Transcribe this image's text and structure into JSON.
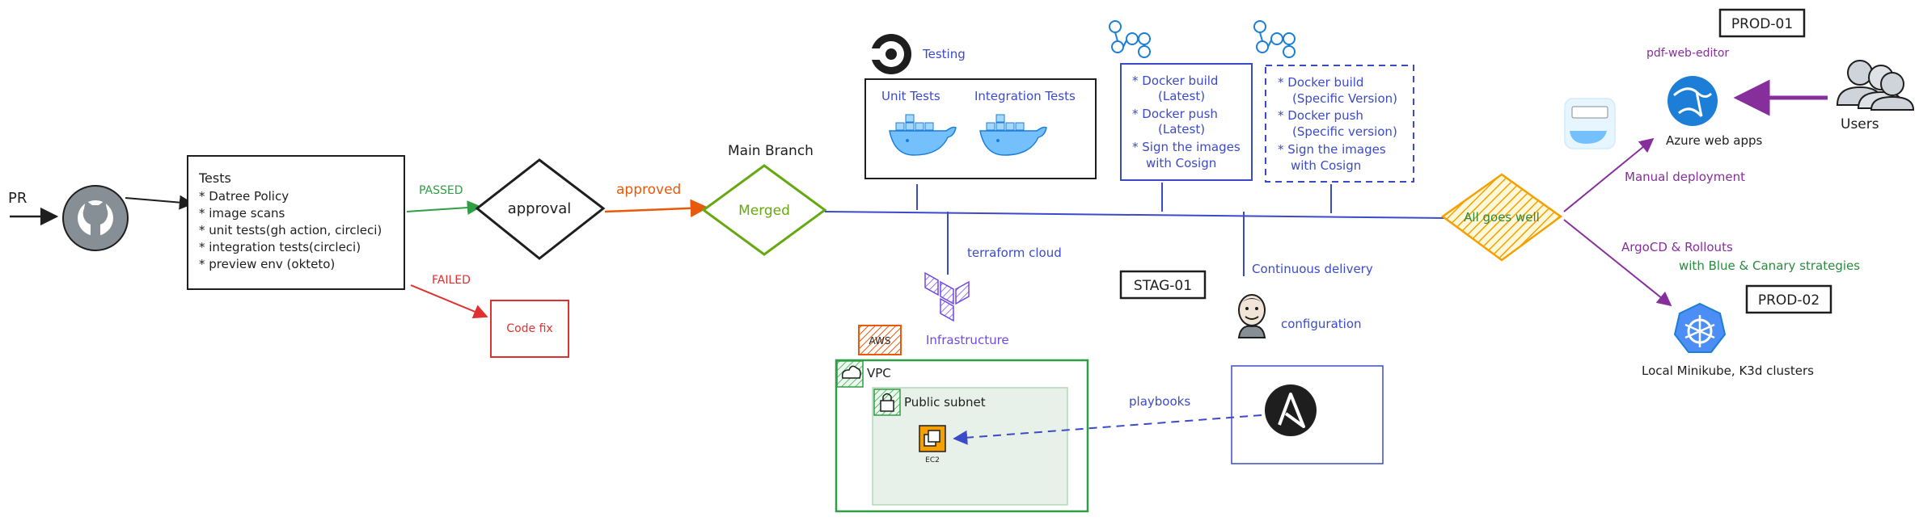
{
  "pr": {
    "label": "PR"
  },
  "tests": {
    "title": "Tests",
    "items": [
      "* Datree Policy",
      "* image scans",
      "* unit tests(gh action, circleci)",
      "* integration tests(circleci)",
      "* preview env (okteto)"
    ]
  },
  "edges": {
    "passed": "PASSED",
    "failed": "FAILED",
    "approved": "approved",
    "terraform_cloud": "terraform cloud",
    "continuous_delivery": "Continuous delivery",
    "playbooks": "playbooks",
    "manual_deployment": "Manual deployment",
    "argocd": "ArgoCD & Rollouts",
    "strategies": "with Blue & Canary strategies"
  },
  "code_fix": "Code fix",
  "approval": "approval",
  "main_branch": "Main Branch",
  "merged": "Merged",
  "testing": {
    "label": "Testing",
    "unit_tests": "Unit Tests",
    "integration_tests": "Integration Tests"
  },
  "build_latest": [
    "* Docker build",
    "(Latest)",
    "* Docker push",
    "(Latest)",
    "* Sign the images",
    "with Cosign"
  ],
  "build_version": [
    "* Docker build",
    "(Specific Version)",
    "* Docker push",
    "(Specific version)",
    "* Sign the images",
    "with Cosign"
  ],
  "all_goes_well": "All goes well",
  "prod01": "PROD-01",
  "prod02": "PROD-02",
  "stag01": "STAG-01",
  "pdf_web_editor": "pdf-web-editor",
  "azure_web_apps": "Azure web apps",
  "users": "Users",
  "local_clusters": "Local Minikube, K3d clusters",
  "infrastructure": "Infrastructure",
  "aws": "AWS",
  "vpc": "VPC",
  "public_subnet": "Public subnet",
  "ec2": "EC2",
  "configuration": "configuration",
  "colors": {
    "green": "#2f9e44",
    "olive": "#66a80f",
    "orange": "#e8590c",
    "red": "#e03131",
    "blue": "#3b4bc8",
    "purple": "#862e9c",
    "teal": "#2b8a3e"
  }
}
